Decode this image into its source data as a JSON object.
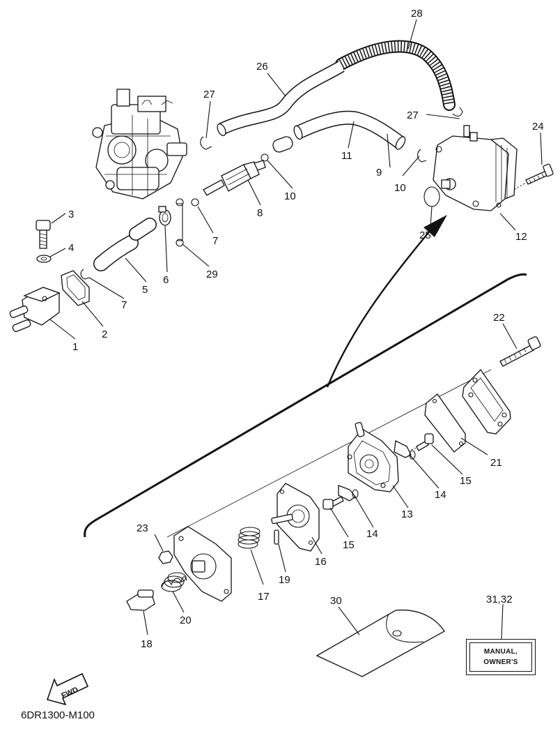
{
  "diagram": {
    "doc_code": "6DR1300-M100",
    "fwd_label": "FWD",
    "manual_box": {
      "line1": "MANUAL,",
      "line2": "OWNER'S"
    },
    "callouts": {
      "n1": "1",
      "n2": "2",
      "n3": "3",
      "n4": "4",
      "n5": "5",
      "n6": "6",
      "n7a": "7",
      "n7b": "7",
      "n8": "8",
      "n9": "9",
      "n10a": "10",
      "n10b": "10",
      "n11": "11",
      "n12": "12",
      "n13": "13",
      "n14a": "14",
      "n14b": "14",
      "n15a": "15",
      "n15b": "15",
      "n16": "16",
      "n17": "17",
      "n18": "18",
      "n19": "19",
      "n20": "20",
      "n21": "21",
      "n22": "22",
      "n23": "23",
      "n24": "24",
      "n25": "25",
      "n26": "26",
      "n27a": "27",
      "n27b": "27",
      "n28": "28",
      "n29": "29",
      "n30": "30",
      "n3132": "31,32"
    }
  }
}
